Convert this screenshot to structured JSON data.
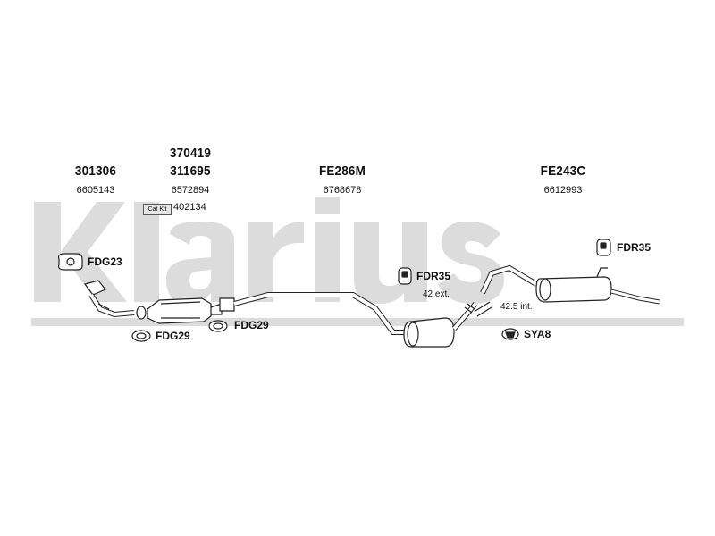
{
  "watermark": {
    "brand": "Klarius"
  },
  "parts": {
    "p301306": {
      "main": "301306",
      "sub": "6605143"
    },
    "p370419": {
      "main1": "370419",
      "main2": "311695",
      "sub": "6572894",
      "catkit_label": "Cat Kit",
      "catkit_number": "402134"
    },
    "pFE286M": {
      "main": "FE286M",
      "sub": "6768678"
    },
    "pFE243C": {
      "main": "FE243C",
      "sub": "6612993"
    }
  },
  "fittings": {
    "fdg23": "FDG23",
    "fdg29_a": "FDG29",
    "fdg29_b": "FDG29",
    "fdr35_mid": "FDR35",
    "fdr35_rear": "FDR35",
    "sya8": "SYA8"
  },
  "notes": {
    "ext": "42 ext.",
    "int": "42.5 int."
  },
  "colors": {
    "watermark": "#d9d9d9",
    "line": "#222222",
    "pipe_fill": "#ffffff"
  }
}
